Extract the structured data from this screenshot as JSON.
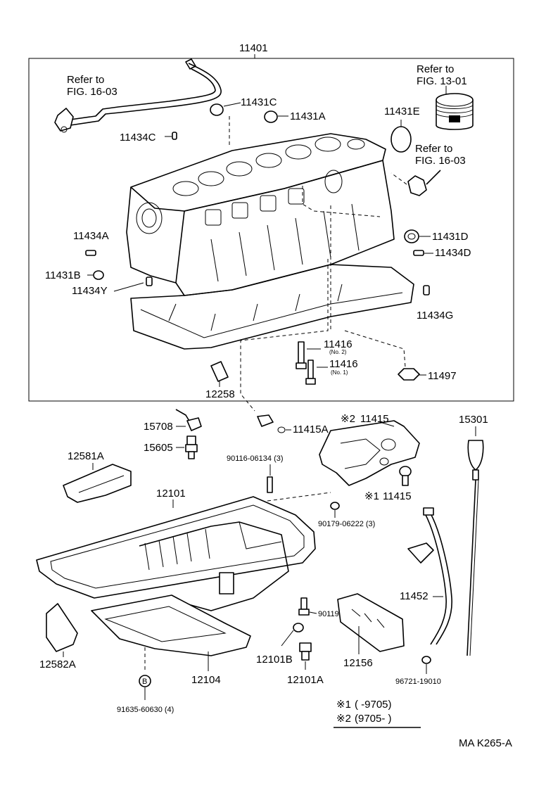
{
  "assembly_number": "11401",
  "refs": {
    "pipe_left": [
      "Refer to",
      "FIG. 16-03"
    ],
    "piston": [
      "Refer to",
      "FIG. 13-01"
    ],
    "pipe_right": [
      "Refer to",
      "FIG. 16-03"
    ]
  },
  "parts": {
    "p11431C": "11431C",
    "p11431A": "11431A",
    "p11431E": "11431E",
    "p11434C": "11434C",
    "p11434A": "11434A",
    "p11431D": "11431D",
    "p11434D": "11434D",
    "p11431B": "11431B",
    "p11434Y": "11434Y",
    "p11434G": "11434G",
    "p11416_no2": "11416",
    "p11416_no2_note": "(No. 2)",
    "p11416_no1": "11416",
    "p11416_no1_note": "(No. 1)",
    "p11497": "11497",
    "p12258": "12258",
    "p15708": "15708",
    "p15605": "15605",
    "p11415A": "11415A",
    "p11415_top": "11415",
    "p11415_bottom": "11415",
    "p15301": "15301",
    "p12581A": "12581A",
    "p90116": "90116-06134 (3)",
    "p12101": "12101",
    "p90179": "90179-06222 (3)",
    "p90119": "90119-06600 (27)",
    "p11452": "11452",
    "p12582A": "12582A",
    "p12101B": "12101B",
    "p12101A": "12101A",
    "p12104": "12104",
    "p12156": "12156",
    "p96721": "96721-19010",
    "p91635": "91635-60630 (4)"
  },
  "markers": {
    "star2": "※2",
    "star1": "※1",
    "circle_b": "B"
  },
  "legend": [
    {
      "mark": "※1",
      "text": "(        -9705)"
    },
    {
      "mark": "※2",
      "text": "(9705-       )"
    }
  ],
  "figure_code": "MA  K265-A"
}
